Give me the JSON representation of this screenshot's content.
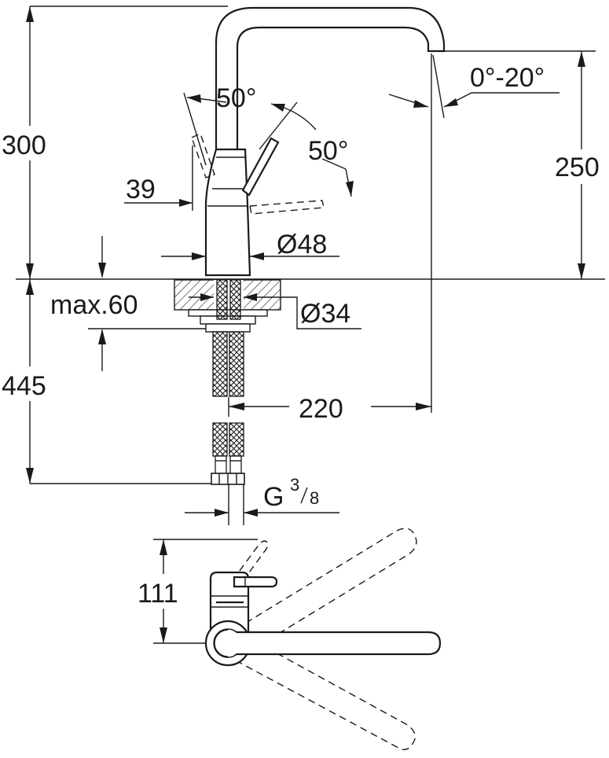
{
  "drawing": {
    "dimensions": {
      "total_height": "300",
      "spout_height": "250",
      "angle_left": "50°",
      "angle_right": "50°",
      "swivel_angle": "0°-20°",
      "lever_offset": "39",
      "body_diameter": "Ø48",
      "deck_thickness": "max.60",
      "hole_diameter": "Ø34",
      "hose_length": "445",
      "spout_reach": "220",
      "thread_main": "G",
      "thread_num": "3",
      "thread_den": "8",
      "top_view_width": "111"
    }
  }
}
